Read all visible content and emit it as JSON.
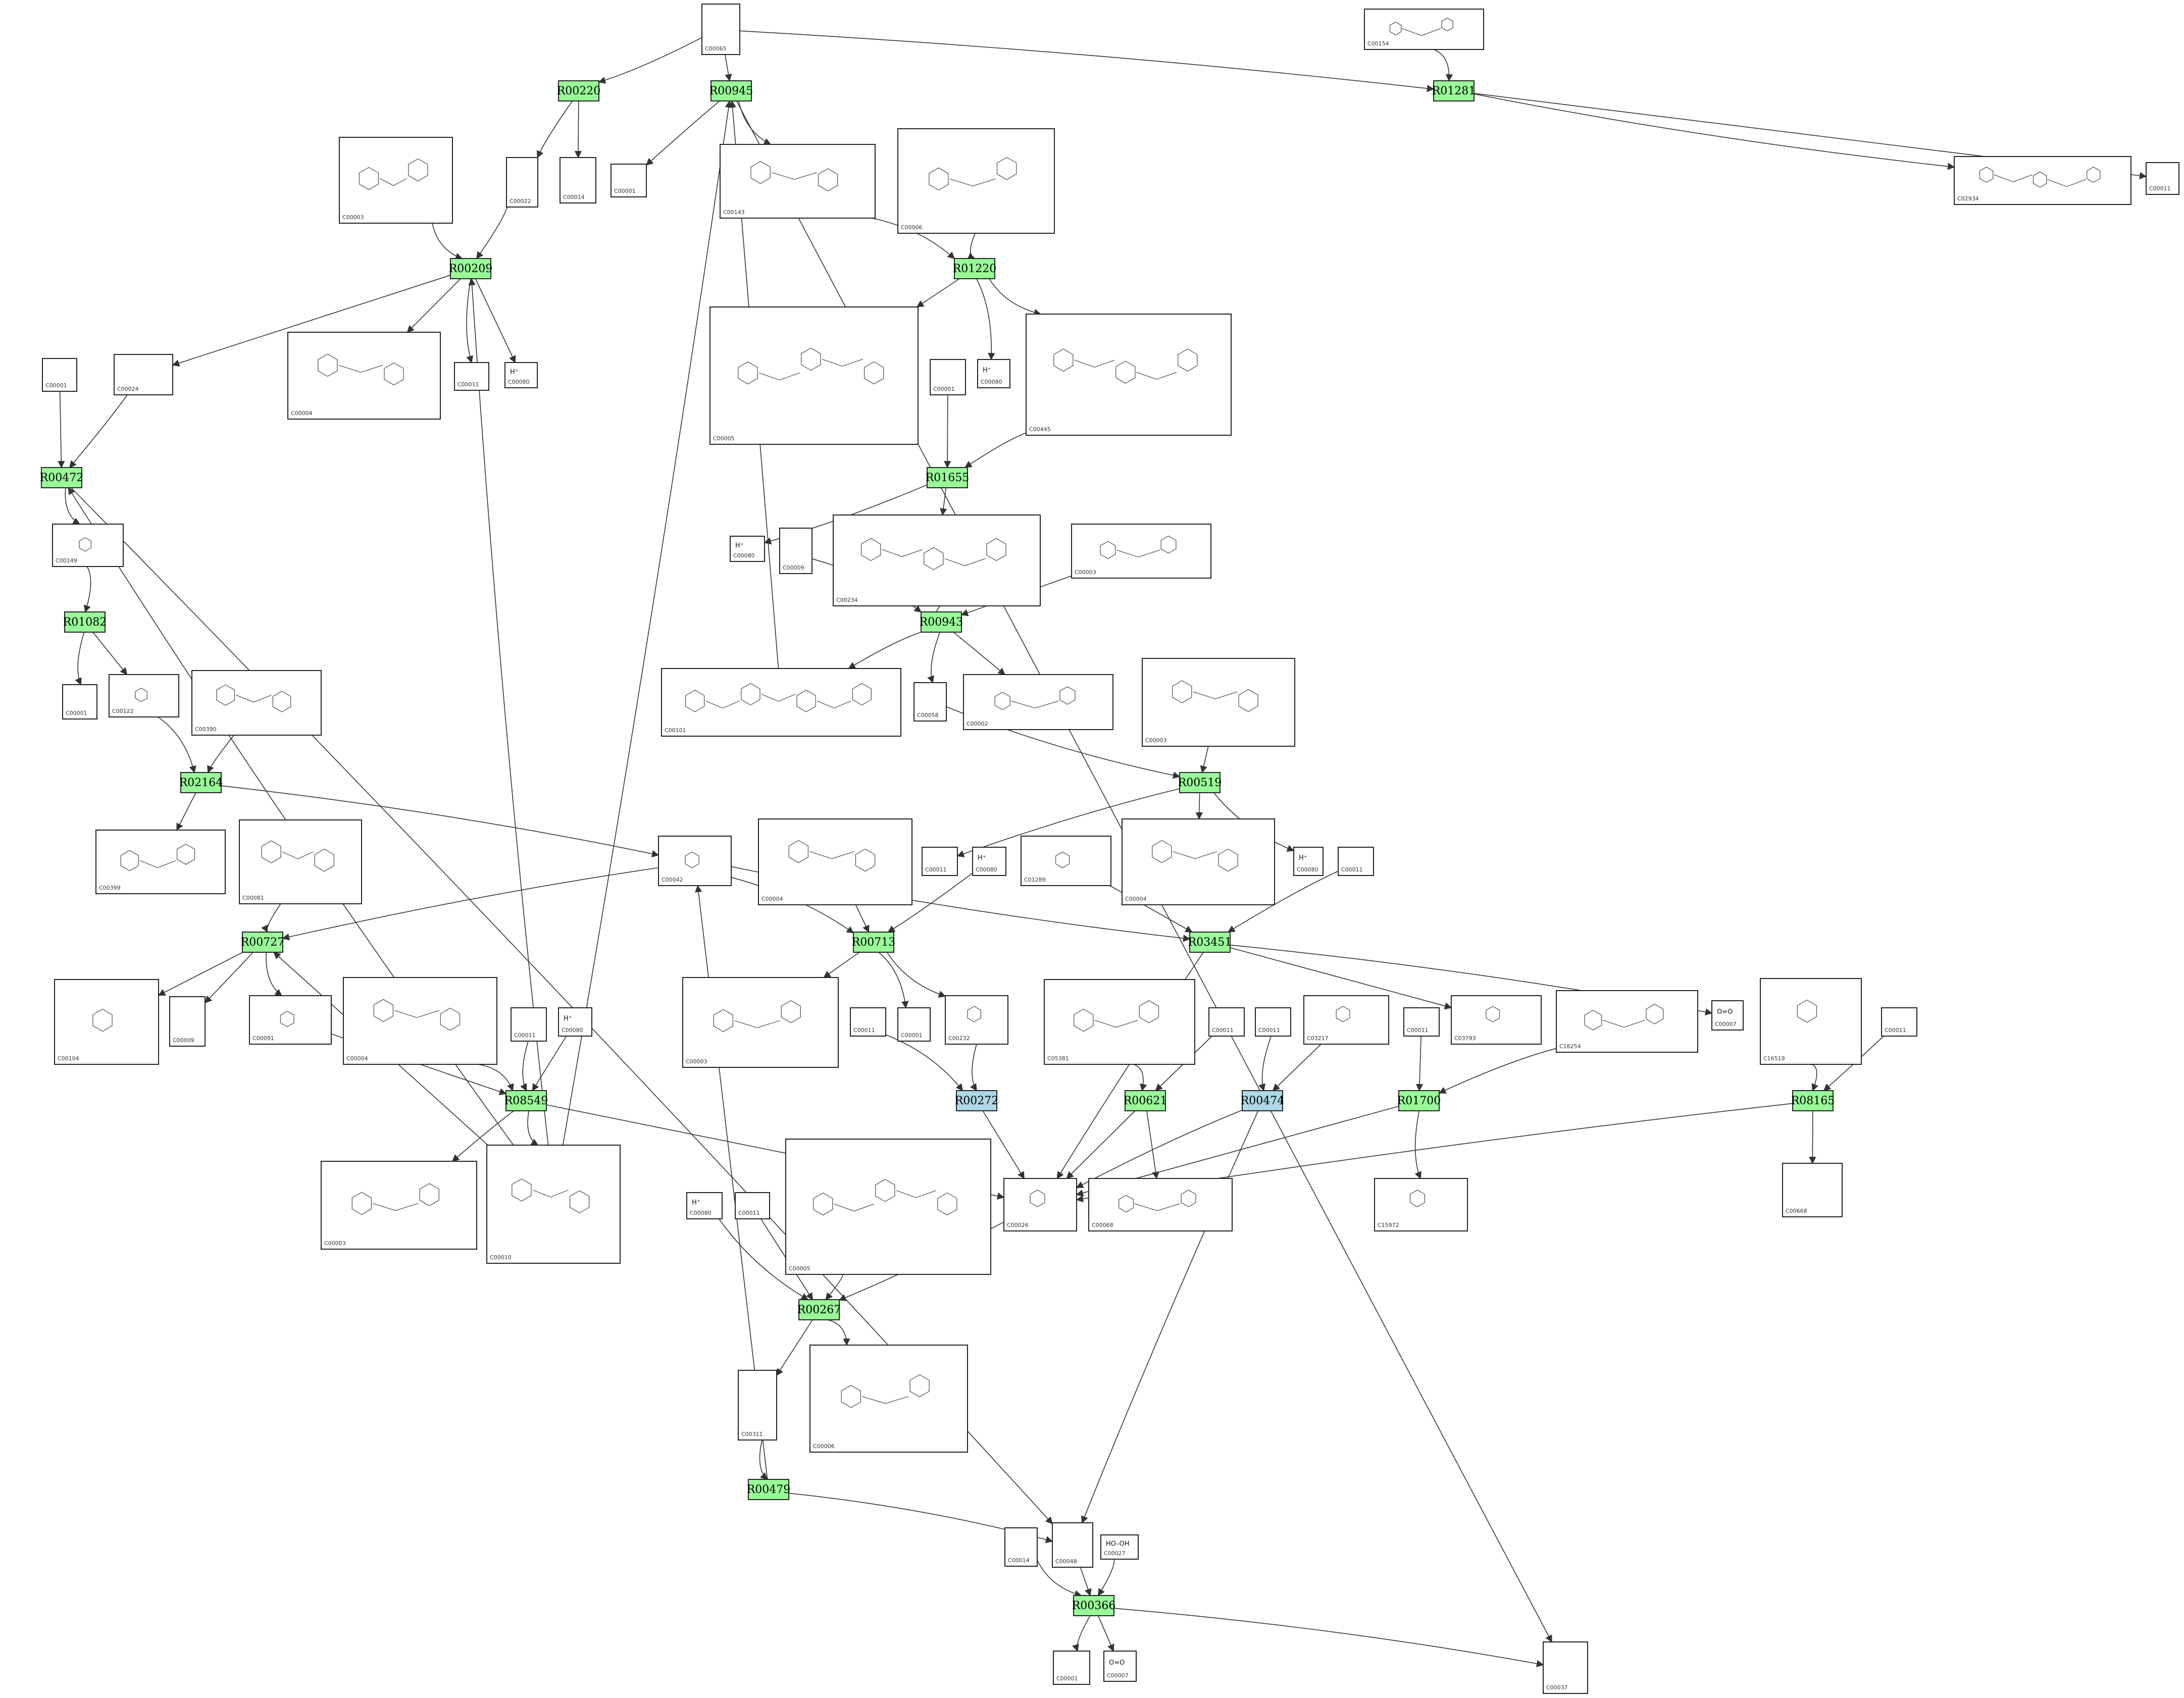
{
  "colors": {
    "reaction_green": "#98fb98",
    "reaction_blue": "#add8e6",
    "edge": "#333333"
  },
  "reactions": [
    {
      "id": "R00220",
      "kind": "green"
    },
    {
      "id": "R00945",
      "kind": "green"
    },
    {
      "id": "R01281",
      "kind": "green"
    },
    {
      "id": "R00209",
      "kind": "green"
    },
    {
      "id": "R01220",
      "kind": "green"
    },
    {
      "id": "R00472",
      "kind": "green"
    },
    {
      "id": "R01655",
      "kind": "green"
    },
    {
      "id": "R01082",
      "kind": "green"
    },
    {
      "id": "R00943",
      "kind": "green"
    },
    {
      "id": "R02164",
      "kind": "green"
    },
    {
      "id": "R00519",
      "kind": "green"
    },
    {
      "id": "R00727",
      "kind": "green"
    },
    {
      "id": "R00713",
      "kind": "green"
    },
    {
      "id": "R03451",
      "kind": "green"
    },
    {
      "id": "R08549",
      "kind": "green"
    },
    {
      "id": "R00272",
      "kind": "blue"
    },
    {
      "id": "R00621",
      "kind": "green"
    },
    {
      "id": "R00474",
      "kind": "blue"
    },
    {
      "id": "R01700",
      "kind": "green"
    },
    {
      "id": "R08165",
      "kind": "green"
    },
    {
      "id": "R00267",
      "kind": "green"
    },
    {
      "id": "R00479",
      "kind": "green"
    },
    {
      "id": "R00366",
      "kind": "green"
    }
  ],
  "compounds": [
    {
      "id": "C00065",
      "label": ""
    },
    {
      "id": "C00154",
      "label": ""
    },
    {
      "id": "C00022",
      "label": ""
    },
    {
      "id": "C00014",
      "label": ""
    },
    {
      "id": "C00001",
      "label": ""
    },
    {
      "id": "C00003",
      "label": ""
    },
    {
      "id": "C00143",
      "label": ""
    },
    {
      "id": "C00006",
      "label": ""
    },
    {
      "id": "C02934",
      "label": ""
    },
    {
      "id": "C00011",
      "label": ""
    },
    {
      "id": "C00024",
      "label": ""
    },
    {
      "id": "C00004",
      "label": ""
    },
    {
      "id": "C00080",
      "label": "H⁺"
    },
    {
      "id": "C00005",
      "label": ""
    },
    {
      "id": "C00445",
      "label": ""
    },
    {
      "id": "C00149",
      "label": ""
    },
    {
      "id": "C00234",
      "label": ""
    },
    {
      "id": "C00009",
      "label": ""
    },
    {
      "id": "C00002",
      "label": ""
    },
    {
      "id": "C00122",
      "label": ""
    },
    {
      "id": "C00390",
      "label": ""
    },
    {
      "id": "C00101",
      "label": ""
    },
    {
      "id": "C00058",
      "label": ""
    },
    {
      "id": "C00399",
      "label": ""
    },
    {
      "id": "C00081",
      "label": ""
    },
    {
      "id": "C00042",
      "label": ""
    },
    {
      "id": "C01289",
      "label": ""
    },
    {
      "id": "C00104",
      "label": ""
    },
    {
      "id": "C00091",
      "label": ""
    },
    {
      "id": "C00232",
      "label": ""
    },
    {
      "id": "C05381",
      "label": ""
    },
    {
      "id": "C03217",
      "label": ""
    },
    {
      "id": "C03793",
      "label": ""
    },
    {
      "id": "C16254",
      "label": ""
    },
    {
      "id": "C16519",
      "label": ""
    },
    {
      "id": "C00007",
      "label": "O=O"
    },
    {
      "id": "C00010",
      "label": ""
    },
    {
      "id": "C00026",
      "label": ""
    },
    {
      "id": "C00068",
      "label": ""
    },
    {
      "id": "C15972",
      "label": ""
    },
    {
      "id": "C00668",
      "label": ""
    },
    {
      "id": "C00311",
      "label": ""
    },
    {
      "id": "C00048",
      "label": ""
    },
    {
      "id": "C00027",
      "label": "HO–OH"
    },
    {
      "id": "C00037",
      "label": ""
    }
  ]
}
